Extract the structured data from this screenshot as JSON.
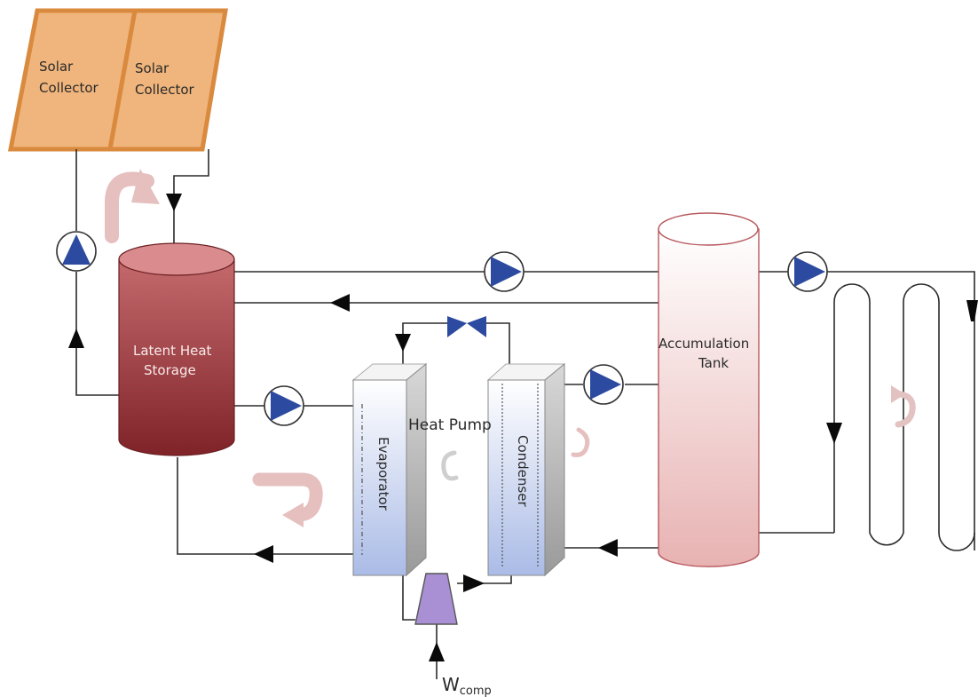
{
  "labels": {
    "solar_collector_1": [
      "Solar",
      "Collector"
    ],
    "solar_collector_2": [
      "Solar",
      "Collector"
    ],
    "latent_heat_storage": [
      "Latent Heat",
      "Storage"
    ],
    "accumulation_tank": [
      "Accumulation",
      "Tank"
    ],
    "heat_pump": "Heat Pump",
    "evaporator": "Evaporator",
    "condenser": "Condenser",
    "work_input_symbol": "W",
    "work_input_subscript": "comp"
  },
  "colors": {
    "collector_fill": "#f0b57c",
    "collector_stroke": "#d98a3e",
    "storage_top": "#b85a5e",
    "storage_bottom": "#8a2a2f",
    "tank_top": "#ffffff",
    "tank_bottom": "#e9b4b4",
    "hx_fill_top": "#ffffff",
    "hx_fill_bottom": "#aebfe6",
    "compressor": "#a98fd3",
    "pump_triangle": "#2c4aa0",
    "valve": "#2c4aa0",
    "flow_curl": "#e7c2c2"
  }
}
